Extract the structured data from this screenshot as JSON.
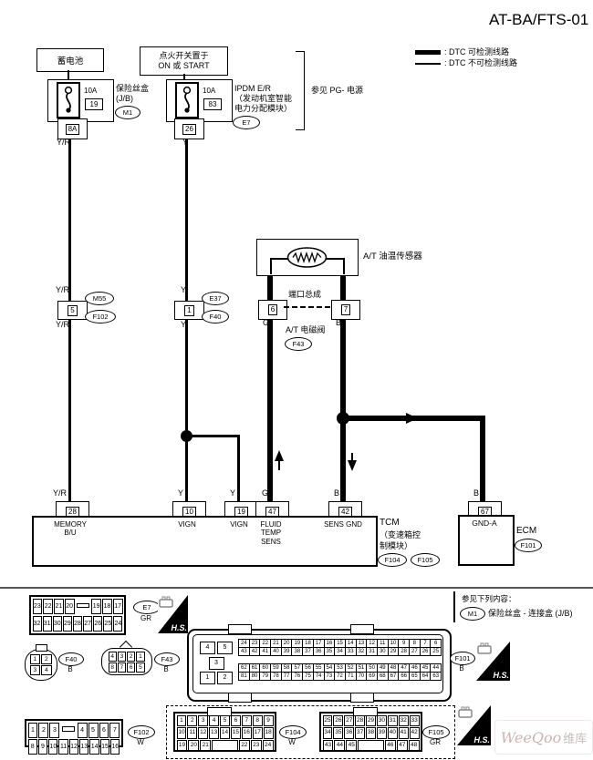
{
  "title": "AT-BA/FTS-01",
  "legend": {
    "detectable": ": DTC 可检测线路",
    "non_detectable": ": DTC 不可检测线路"
  },
  "colors": {
    "wire": "#000000",
    "separator": "#555555",
    "watermark": "#cdb3b1"
  },
  "power": {
    "battery": {
      "title": "蓄电池",
      "fuse_rating": "10A",
      "fuse_no": "19",
      "housing1": "保险丝盒",
      "housing2": "(J/B)",
      "ref": "M1",
      "pin": "8A",
      "wire": "Y/R"
    },
    "ignition": {
      "title1": "点火开关置于",
      "title2": "ON 或 START",
      "fuse_rating": "10A",
      "fuse_no": "83",
      "housing1": "IPDM E/R",
      "housing2": "（发动机室智能",
      "housing3": "电力分配模块）",
      "ref": "E7",
      "pin": "26",
      "wire": "Y"
    },
    "pg_note": "参见 PG- 电源"
  },
  "sensor": {
    "label": "A/T 油温传感器",
    "port_assembly": "端口总成",
    "solenoid": "A/T 电磁阀",
    "solenoid_ref": "F43",
    "pin_left": "6",
    "pin_right": "7",
    "wire_left": "G",
    "wire_right": "B"
  },
  "inline": {
    "left": {
      "wire_above": "Y/R",
      "pin": "5",
      "ref_top": "M55",
      "ref_bottom": "F102",
      "wire_below": "Y/R"
    },
    "right": {
      "wire_above": "Y",
      "pin": "1",
      "ref_top": "E37",
      "ref_bottom": "F40",
      "wire_below": "Y"
    }
  },
  "tcm": {
    "t28": {
      "wire": "Y/R",
      "pin": "28",
      "label": "MEMORY B/U"
    },
    "t10": {
      "wire": "Y",
      "pin": "10",
      "label": "VIGN"
    },
    "t19": {
      "wire": "Y",
      "pin": "19",
      "label": "VIGN"
    },
    "t47": {
      "wire": "G",
      "pin": "47",
      "label": "FLUID TEMP SENS"
    },
    "t42": {
      "wire": "B",
      "pin": "42",
      "label": "SENS GND"
    },
    "name": "TCM",
    "sub1": "（变速箱控",
    "sub2": "制模块）",
    "ref1": "F104",
    "ref2": "F105"
  },
  "ecm": {
    "wire": "B",
    "pin": "67",
    "label": "GND-A",
    "name": "ECM",
    "ref": "F101"
  },
  "panel": {
    "note_title": "参见下列内容：",
    "note_ref": "M1",
    "note_text": "保险丝盒 - 连接盒 (J/B)",
    "hs": "H.S.",
    "e7": {
      "ref": "E7",
      "color": "GR",
      "rows": [
        [
          "23",
          "22",
          "21",
          "20",
          "",
          "19",
          "18",
          "17"
        ],
        [
          "32",
          "31",
          "30",
          "29",
          "28",
          "27",
          "26",
          "25",
          "24"
        ]
      ]
    },
    "f40": {
      "ref": "F40",
      "color": "B",
      "rows": [
        [
          "1",
          "2"
        ],
        [
          "3",
          "4"
        ]
      ]
    },
    "f43": {
      "ref": "F43",
      "color": "B",
      "rows": [
        [
          "4",
          "3",
          "2",
          "1"
        ],
        [
          "8",
          "7",
          "6",
          "5"
        ]
      ]
    },
    "f101": {
      "ref": "F101",
      "color": "B",
      "left": [
        [
          "4",
          "5"
        ],
        [
          "3"
        ],
        [
          "1",
          "2"
        ]
      ],
      "rows": [
        [
          "24",
          "23",
          "22",
          "21",
          "20",
          "19",
          "18",
          "17",
          "16",
          "15",
          "14",
          "13",
          "12",
          "11",
          "10",
          "9",
          "8",
          "7",
          "6"
        ],
        [
          "43",
          "42",
          "41",
          "40",
          "39",
          "38",
          "37",
          "36",
          "35",
          "34",
          "33",
          "32",
          "31",
          "30",
          "29",
          "28",
          "27",
          "26",
          "25"
        ],
        [
          "62",
          "61",
          "60",
          "59",
          "58",
          "57",
          "56",
          "55",
          "54",
          "53",
          "52",
          "51",
          "50",
          "49",
          "48",
          "47",
          "46",
          "45",
          "44"
        ],
        [
          "81",
          "80",
          "79",
          "78",
          "77",
          "76",
          "75",
          "74",
          "73",
          "72",
          "71",
          "70",
          "69",
          "68",
          "67",
          "66",
          "65",
          "64",
          "63"
        ]
      ]
    },
    "f102": {
      "ref": "F102",
      "color": "W",
      "rows": [
        [
          "1",
          "2",
          "3",
          "",
          "4",
          "5",
          "6",
          "7"
        ],
        [
          "8",
          "9",
          "10",
          "11",
          "12",
          "13",
          "14",
          "15",
          "16"
        ]
      ]
    },
    "f104": {
      "ref": "F104",
      "color": "W",
      "rows": [
        [
          "1",
          "2",
          "3",
          "4",
          "5",
          "6",
          "7",
          "8",
          "9"
        ],
        [
          "10",
          "11",
          "12",
          "13",
          "14",
          "15",
          "16",
          "17",
          "18"
        ],
        [
          "19",
          "20",
          "21",
          "#",
          "22",
          "23",
          "24"
        ]
      ]
    },
    "f105": {
      "ref": "F105",
      "color": "GR",
      "rows": [
        [
          "25",
          "26",
          "27",
          "28",
          "29",
          "30",
          "31",
          "32",
          "33"
        ],
        [
          "34",
          "35",
          "36",
          "37",
          "38",
          "39",
          "40",
          "41",
          "42"
        ],
        [
          "43",
          "44",
          "45",
          "#",
          "46",
          "47",
          "48"
        ]
      ]
    }
  },
  "watermark": {
    "latin": "WeeQoo",
    "cjk": "维库"
  }
}
